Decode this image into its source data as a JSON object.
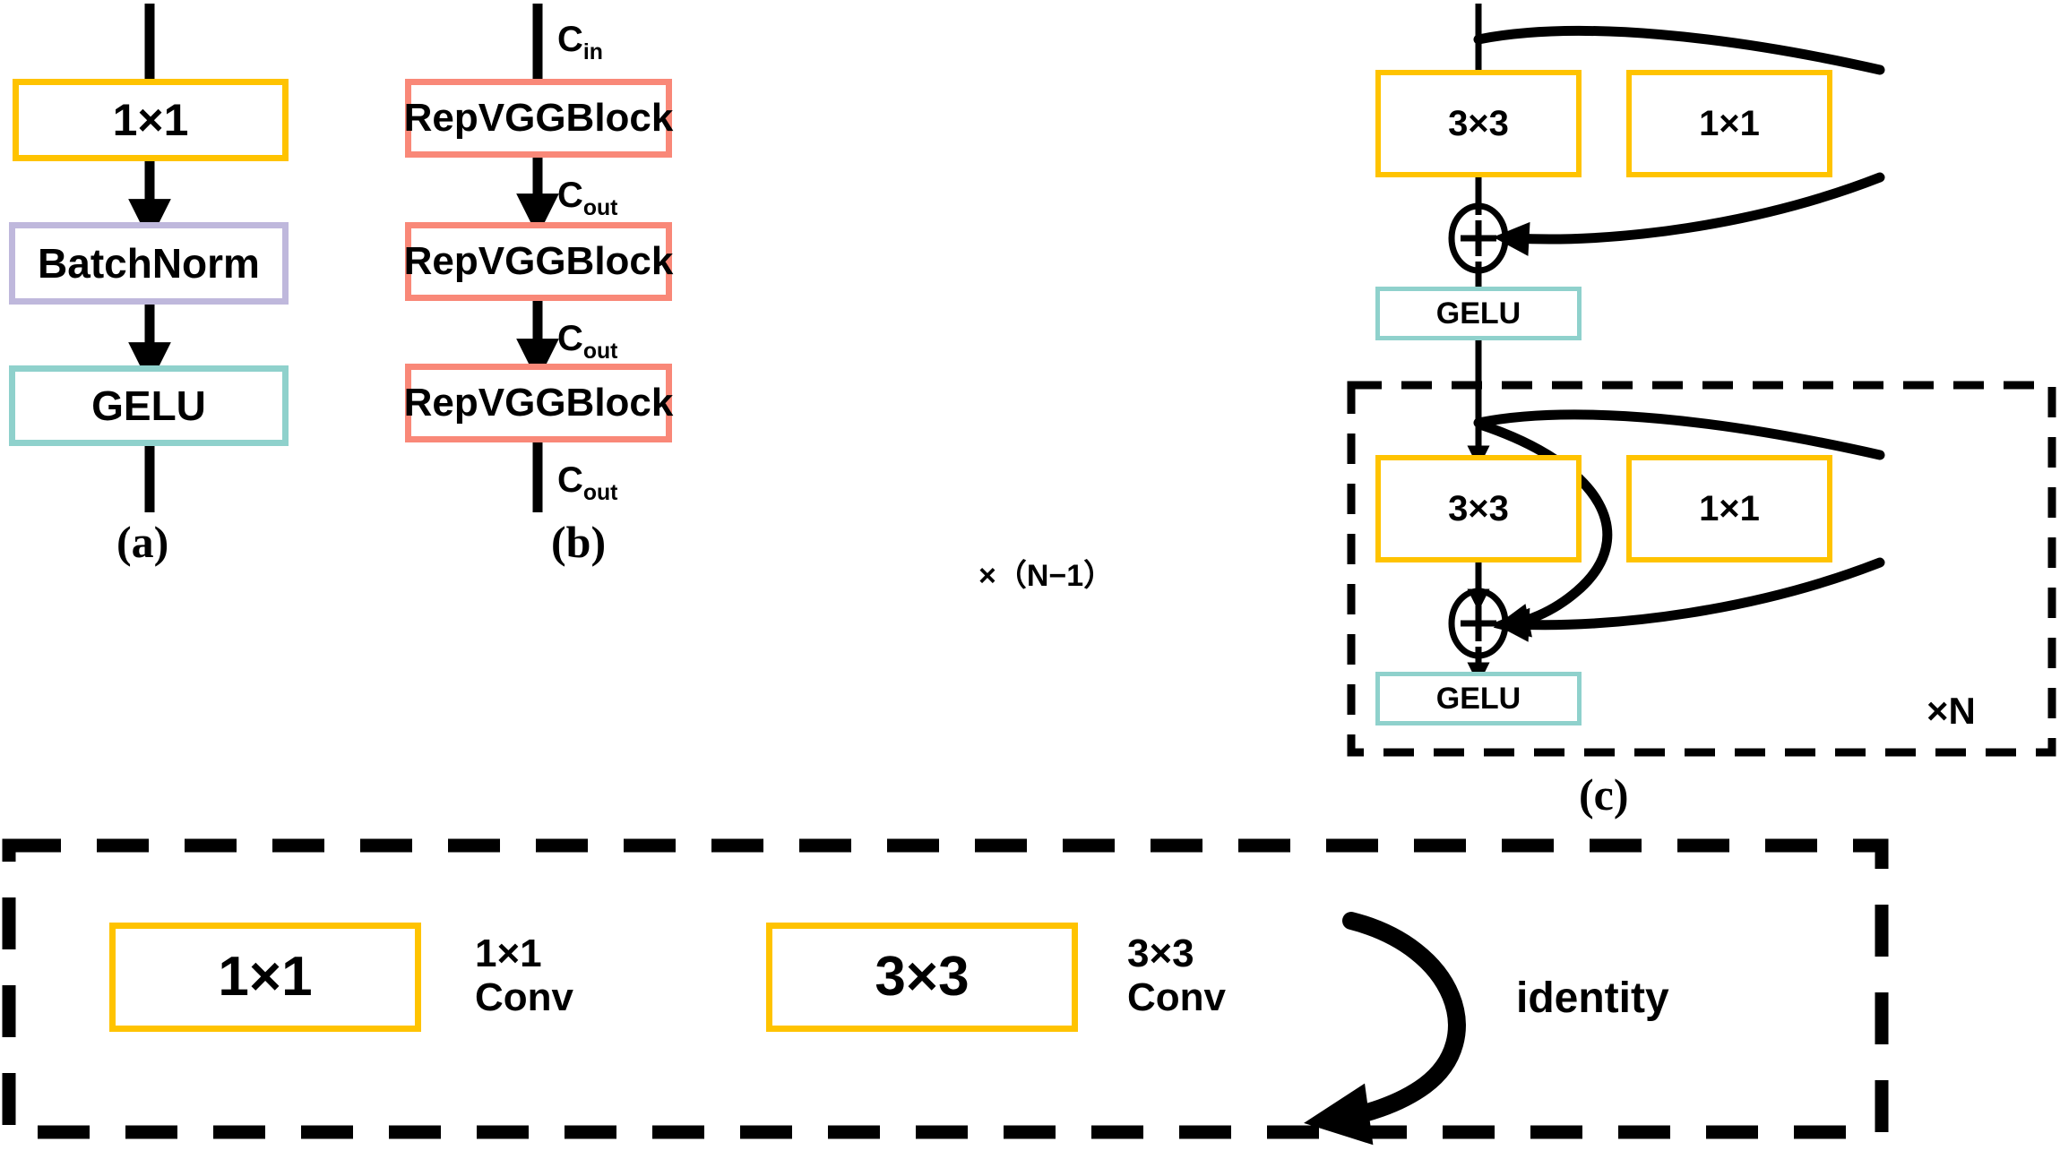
{
  "figure": {
    "panels": [
      {
        "id": "a",
        "caption": "(a)",
        "blocks": [
          {
            "label": "1×1",
            "color": "#FFC300",
            "kind": "conv"
          },
          {
            "label": "BatchNorm",
            "color": "#BFB8DC",
            "kind": "norm"
          },
          {
            "label": "GELU",
            "color": "#8FD1CC",
            "kind": "activation"
          }
        ]
      },
      {
        "id": "b",
        "caption": "(b)",
        "blocks": [
          {
            "label": "RepVGGBlock",
            "color": "#F98878",
            "kind": "block"
          },
          {
            "label": "RepVGGBlock",
            "color": "#F98878",
            "kind": "block"
          },
          {
            "label": "RepVGGBlock",
            "color": "#F98878",
            "kind": "block"
          }
        ],
        "channel_labels": [
          "C",
          "C",
          "C",
          "C"
        ],
        "channel_subs": [
          "in",
          "out",
          "out",
          "out"
        ],
        "repeat_note": "×（N−1）"
      },
      {
        "id": "c",
        "caption": "(c)",
        "stage_top": {
          "conv3": "3×3",
          "conv1": "1×1",
          "add": "+",
          "act": "GELU"
        },
        "stage_repeat": {
          "conv3": "3×3",
          "conv1": "1×1",
          "add": "+",
          "act": "GELU",
          "repeat_note": "×N"
        }
      }
    ],
    "legend": {
      "items": [
        {
          "box_label": "1×1",
          "desc_line1": "1×1",
          "desc_line2": "Conv",
          "color": "#FFC300",
          "kind": "conv"
        },
        {
          "box_label": "3×3",
          "desc_line1": "3×3",
          "desc_line2": "Conv",
          "color": "#FFC300",
          "kind": "conv"
        },
        {
          "box_label": "",
          "desc_line1": "identity",
          "desc_line2": "",
          "color": "#000000",
          "kind": "identity-arrow"
        }
      ]
    },
    "colors": {
      "conv_border": "#FFC300",
      "norm_border": "#BFB8DC",
      "act_border": "#8FD1CC",
      "block_border": "#F98878",
      "line": "#000000",
      "background": "#FFFFFF"
    }
  }
}
